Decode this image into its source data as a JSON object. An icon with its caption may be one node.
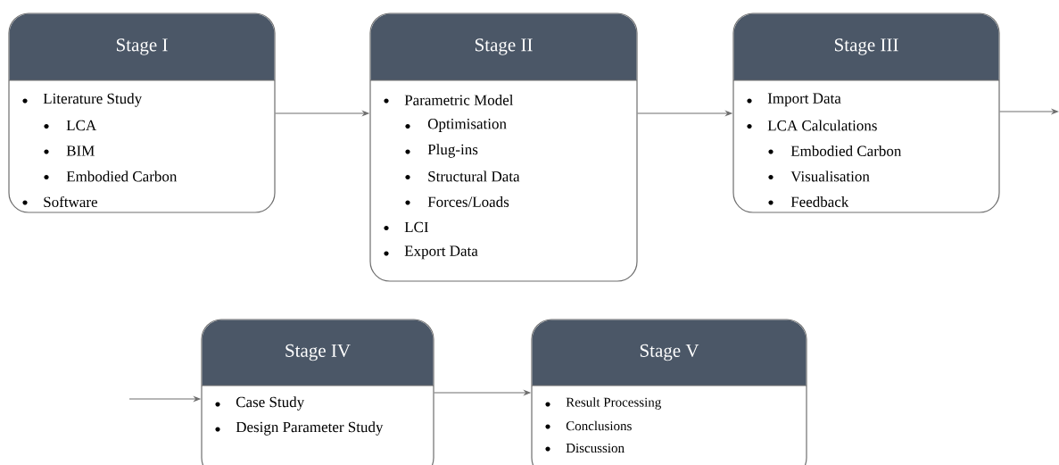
{
  "diagram": {
    "nodes": [
      {
        "text": [
          "Stage I",
          "Literature Study",
          "LCA",
          "BIM",
          "Embodied Carbon",
          "Software"
        ]
      },
      {
        "text": [
          "Stage II",
          "Parametric Model",
          "Optimisation",
          "Plug-ins",
          "Structural Data",
          "Forces/Loads",
          "LCI",
          "Export Data"
        ]
      },
      {
        "text": [
          "Stage III",
          "Import Data",
          "LCA Calculations",
          "Embodied Carbon",
          "Visualisation",
          "Feedback"
        ]
      },
      {
        "text": [
          "Stage IV",
          "Case Study",
          "Design Parameter Study"
        ]
      },
      {
        "text": [
          "Stage V",
          "Result Processing",
          "Conclusions",
          "Discussion"
        ]
      }
    ],
    "edges": [
      {
        "from": 0,
        "to": 1,
        "arrow": "to"
      },
      {
        "from": 1,
        "to": 2,
        "arrow": "to"
      },
      {
        "from": 2,
        "to": null,
        "arrow": "to"
      },
      {
        "from": null,
        "to": 3,
        "arrow": "to"
      },
      {
        "from": 3,
        "to": 4,
        "arrow": "to"
      }
    ]
  }
}
